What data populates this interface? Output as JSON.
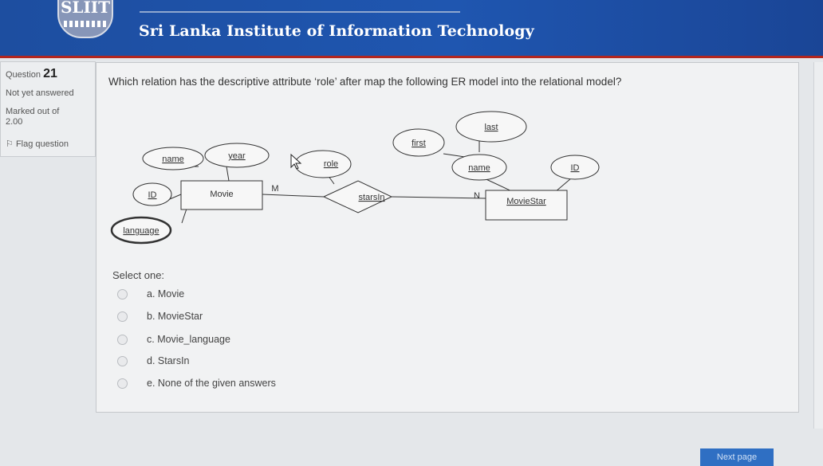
{
  "header": {
    "logo_text": "SLIIT",
    "title": "Sri Lanka Institute of Information Technology"
  },
  "info": {
    "question_label": "Question",
    "question_number": "21",
    "status": "Not yet answered",
    "marked": "Marked out of",
    "marks": "2.00",
    "flag": "Flag question"
  },
  "question": {
    "text": "Which relation has the descriptive attribute ‘role’ after map the following ER model into the relational model?"
  },
  "diagram": {
    "entities": {
      "movie": "Movie",
      "moviestar": "MovieStar"
    },
    "relationship": "starsIn",
    "attributes": {
      "name": "name",
      "year": "year",
      "id": "ID",
      "language": "language",
      "role": "role",
      "first": "first",
      "last": "last",
      "star_name": "name",
      "star_id": "ID"
    },
    "cardinality": {
      "m": "M",
      "n": "N"
    }
  },
  "options": {
    "label": "Select one:",
    "items": [
      "a. Movie",
      "b. MovieStar",
      "c. Movie_language",
      "d. StarsIn",
      "e. None of the given answers"
    ]
  },
  "buttons": {
    "next": "Next page"
  }
}
